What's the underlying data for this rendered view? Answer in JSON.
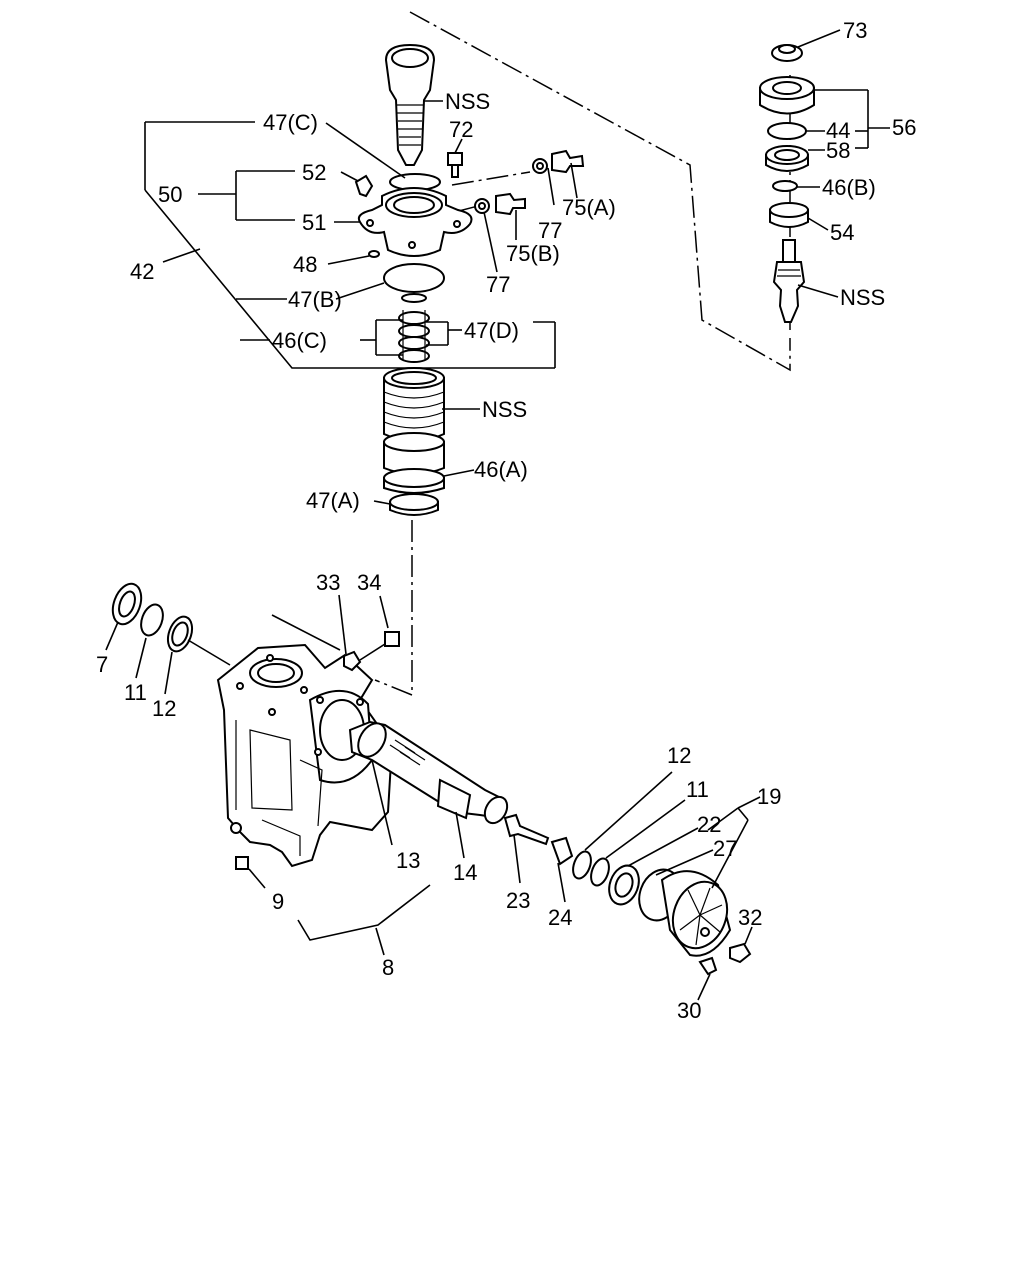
{
  "labels": {
    "l73": "73",
    "l56": "56",
    "l44": "44",
    "l58": "58",
    "l46b": "46(B)",
    "l54": "54",
    "nss1": "NSS",
    "nss2": "NSS",
    "nss3": "NSS",
    "l47c": "47(C)",
    "l72": "72",
    "l52": "52",
    "l50": "50",
    "l51": "51",
    "l75a": "75(A)",
    "l77a": "77",
    "l75b": "75(B)",
    "l77b": "77",
    "l42": "42",
    "l48": "48",
    "l47b": "47(B)",
    "l47d": "47(D)",
    "l46c": "46(C)",
    "l46a": "46(A)",
    "l47a": "47(A)",
    "l33": "33",
    "l34": "34",
    "l7": "7",
    "l11": "11",
    "l12": "12",
    "l13": "13",
    "l14": "14",
    "l9": "9",
    "l8": "8",
    "l12r": "12",
    "l11r": "11",
    "l19": "19",
    "l22": "22",
    "l27": "27",
    "l23": "23",
    "l24": "24",
    "l32": "32",
    "l30": "30"
  }
}
